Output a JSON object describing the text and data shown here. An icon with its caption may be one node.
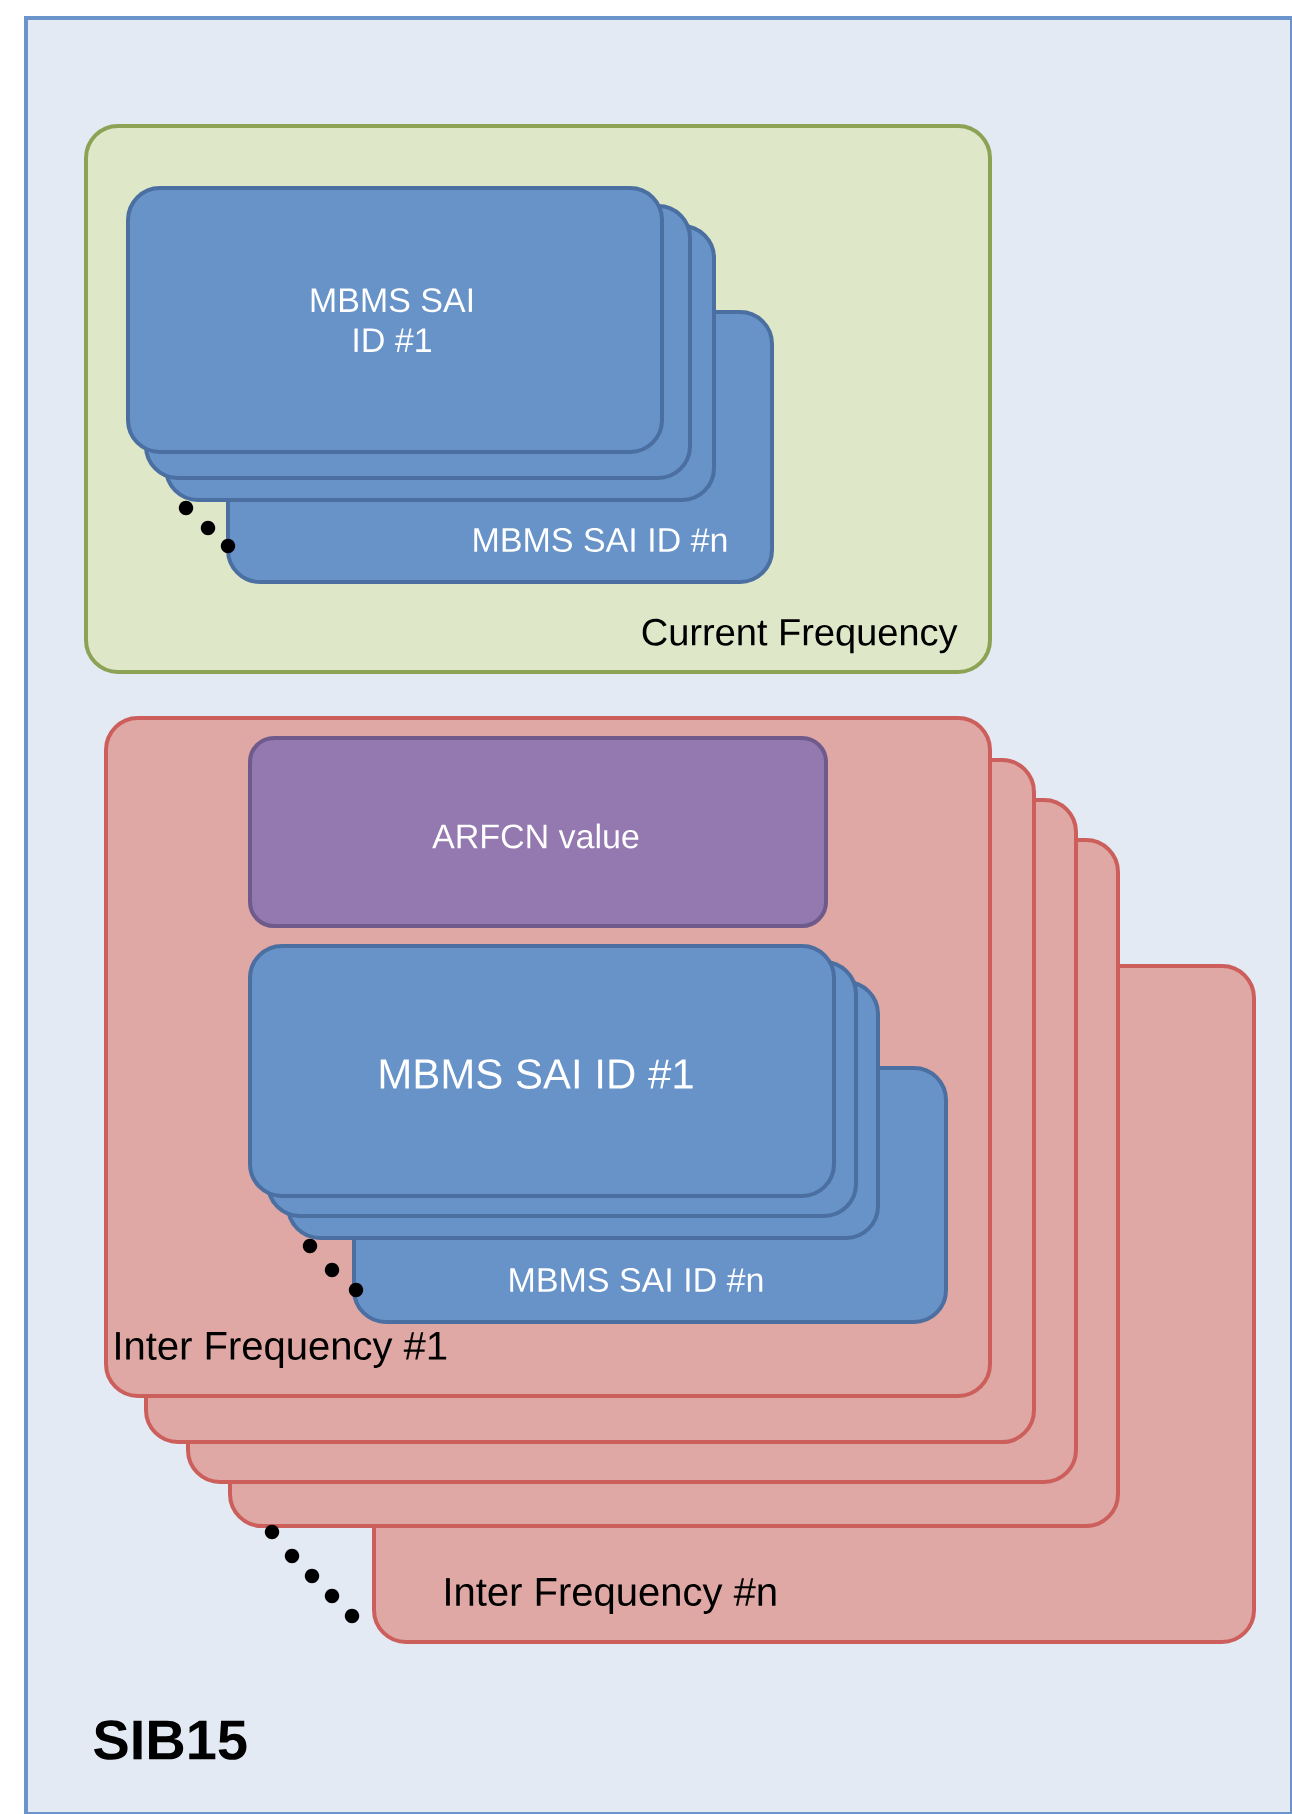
{
  "diagram": {
    "nodes": [
      {
        "text": [
          "SIB15"
        ]
      },
      {
        "text": [
          "Current Frequency"
        ],
        "in": 0
      },
      {
        "text": [
          "MBMS SAI ID #1"
        ],
        "in": 1
      },
      {
        "text": [],
        "shape": "box",
        "in": 1
      },
      {
        "text": [],
        "shape": "box",
        "in": 1
      },
      {
        "text": [
          "MBMS SAI ID #n"
        ],
        "in": 1
      },
      {
        "text": [
          "Inter Frequency #1"
        ],
        "in": 0
      },
      {
        "text": [
          "ARFCN value"
        ],
        "in": 6
      },
      {
        "text": [
          "MBMS SAI ID #1"
        ]
      },
      {
        "text": [],
        "shape": "box"
      },
      {
        "text": [],
        "shape": "box"
      },
      {
        "text": [
          "MBMS SAI ID #n"
        ]
      },
      {
        "text": [],
        "shape": "box",
        "in": 0
      },
      {
        "text": [],
        "shape": "box",
        "in": 0
      },
      {
        "text": [],
        "shape": "box",
        "in": 0
      },
      {
        "text": [
          "Inter Frequency #n"
        ],
        "in": 0
      }
    ]
  }
}
